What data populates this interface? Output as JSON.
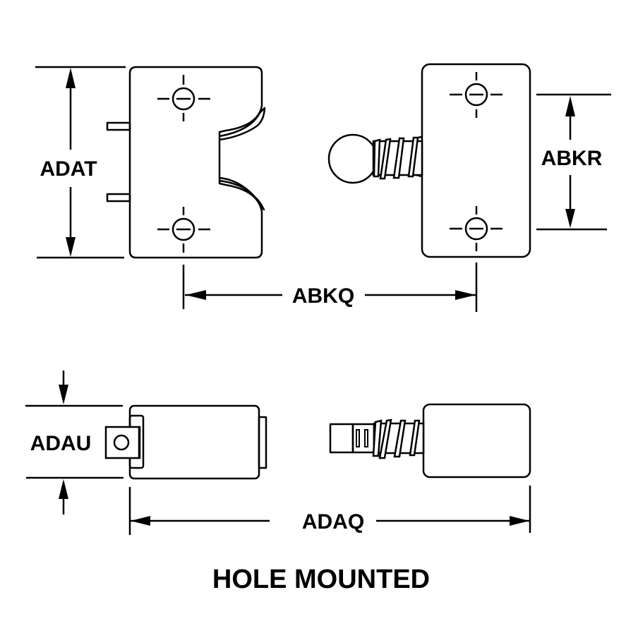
{
  "figure": {
    "caption": "HOLE MOUNTED",
    "colors": {
      "ink": "#000000",
      "background": "#ffffff"
    }
  },
  "dimensions": {
    "adat": {
      "label": "ADAT",
      "orientation": "vertical",
      "view": "front-left"
    },
    "abkr": {
      "label": "ABKR",
      "orientation": "vertical",
      "view": "front-right"
    },
    "abkq": {
      "label": "ABKQ",
      "orientation": "horizontal",
      "meaning": "hole-center spacing"
    },
    "adau": {
      "label": "ADAU",
      "orientation": "vertical",
      "view": "side-left"
    },
    "adaq": {
      "label": "ADAQ",
      "orientation": "horizontal",
      "meaning": "overall length"
    }
  },
  "views": [
    {
      "name": "front-view-left",
      "features": [
        "mounting-hole-top",
        "mounting-hole-bottom",
        "terminal-pin-top",
        "terminal-pin-bottom",
        "curved-cutout"
      ]
    },
    {
      "name": "front-view-right",
      "features": [
        "mounting-hole-top",
        "mounting-hole-bottom",
        "push-button-knob",
        "threaded-bushing"
      ]
    },
    {
      "name": "side-view-left",
      "features": [
        "terminal-tab"
      ]
    },
    {
      "name": "side-view-right",
      "features": [
        "threaded-bushing",
        "plunger"
      ]
    }
  ]
}
